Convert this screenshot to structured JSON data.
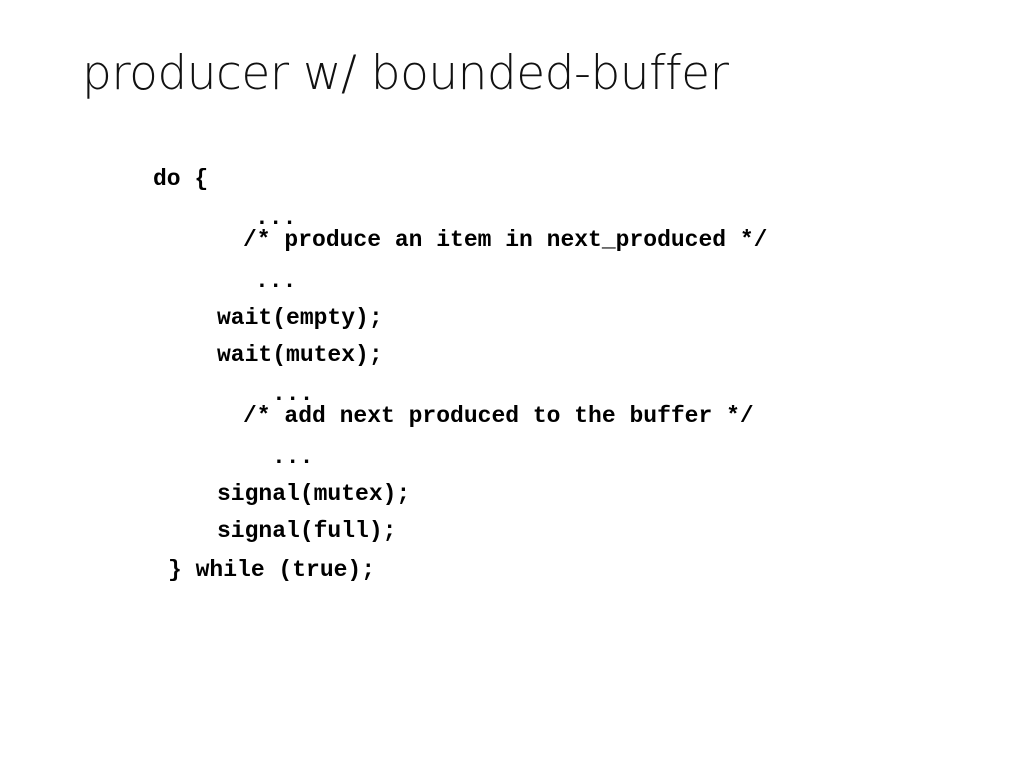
{
  "slide": {
    "title": "producer w/ bounded-buffer",
    "code_lines": [
      "do {",
      "...",
      "/* produce an item in next_produced */",
      "...",
      "wait(empty);",
      "wait(mutex);",
      "...",
      "/* add next produced to the buffer */",
      "...",
      "signal(mutex);",
      "signal(full);",
      "} while (true);"
    ]
  }
}
